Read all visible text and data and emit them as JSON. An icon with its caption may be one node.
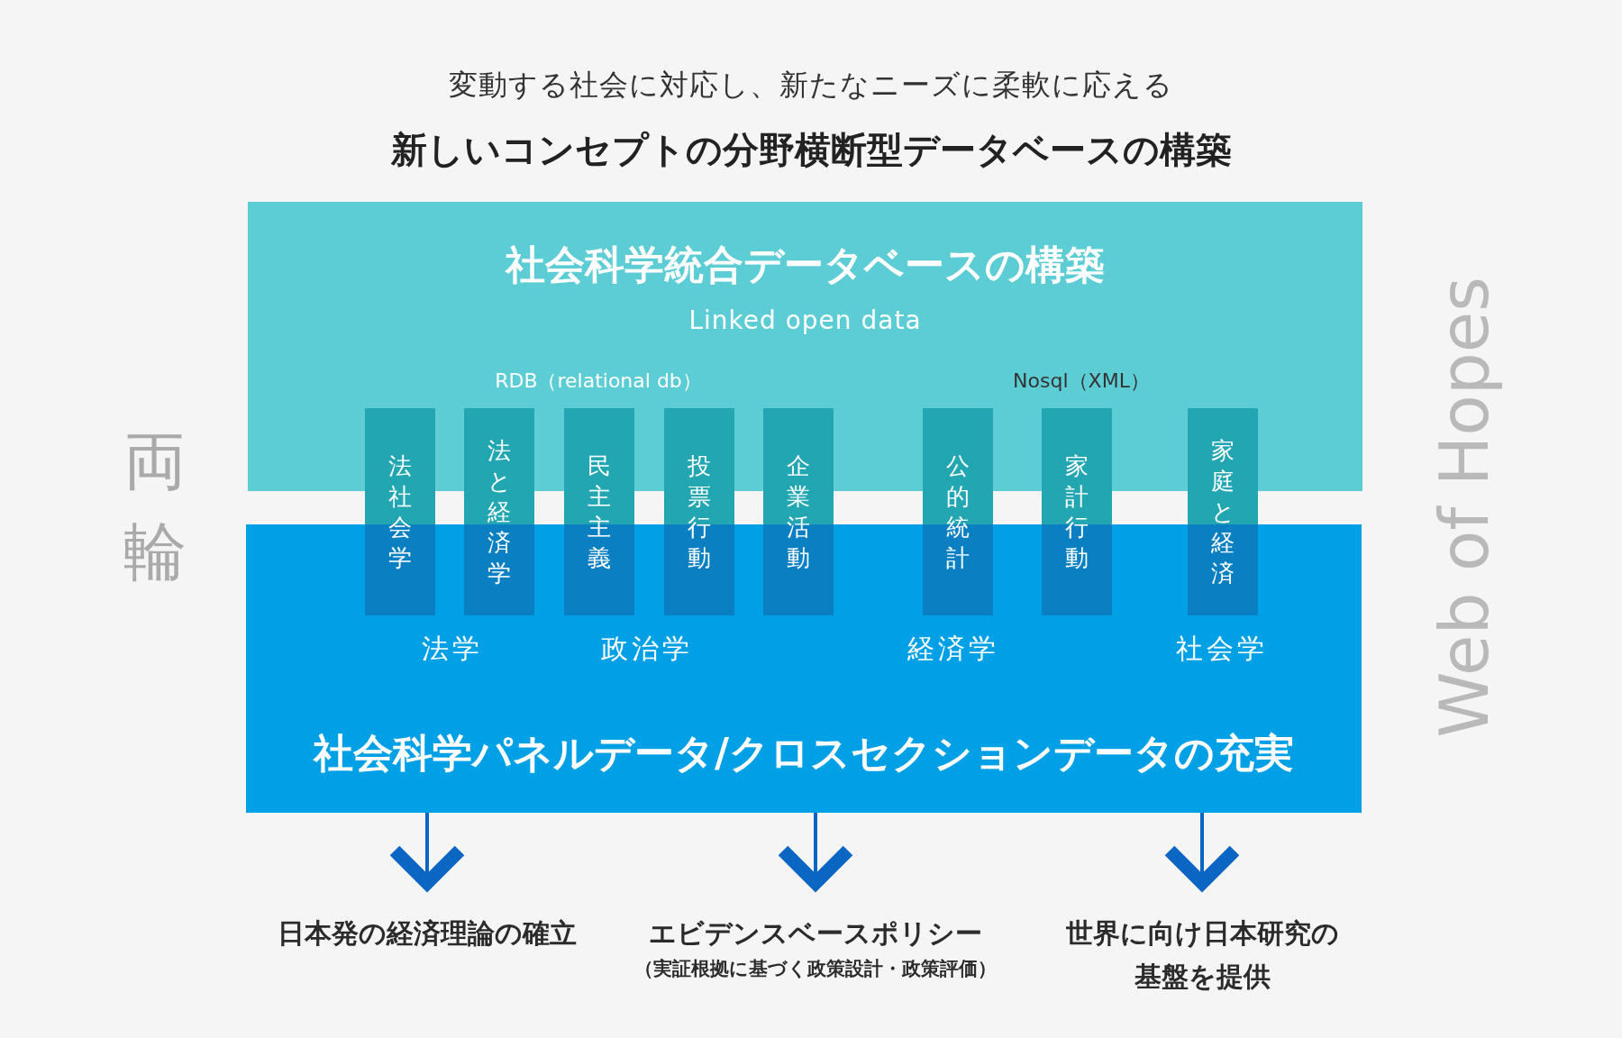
{
  "diagram": {
    "title": "新しいコンセプトの分野横断型データベースの構築",
    "nodes": [
      {
        "text": [
          "社会科学統合データベースの構築",
          "Linked open data"
        ]
      },
      {
        "text": [
          "社会科学パネルデータ/クロスセクションデータの充実"
        ]
      },
      {
        "text": [
          "法社会学"
        ]
      },
      {
        "text": [
          "法と経済学"
        ]
      },
      {
        "text": [
          "民主主義"
        ]
      },
      {
        "text": [
          "投票行動"
        ]
      },
      {
        "text": [
          "企業活動"
        ]
      },
      {
        "text": [
          "公的統計"
        ]
      },
      {
        "text": [
          "家計行動"
        ]
      },
      {
        "text": [
          "家庭と経済"
        ]
      },
      {
        "text": [
          "日本発の経済理論の確立"
        ]
      },
      {
        "text": [
          "エビデンスベースポリシー",
          "（実証根拠に基づく政策設計・政策評価）"
        ]
      },
      {
        "text": [
          "世界に向け日本研究の基盤を提供"
        ]
      }
    ],
    "edges": [
      {
        "from": 1,
        "to": 10,
        "arrow": "to"
      },
      {
        "from": 1,
        "to": 11,
        "arrow": "to"
      },
      {
        "from": 1,
        "to": 12,
        "arrow": "to"
      }
    ],
    "labels": [
      "変動する社会に対応し、新たなニーズに柔軟に応える",
      "RDB（relational db）",
      "Nosql（XML）",
      "法学",
      "政治学",
      "経済学",
      "社会学",
      "両輪",
      "Web of Hopes"
    ]
  }
}
